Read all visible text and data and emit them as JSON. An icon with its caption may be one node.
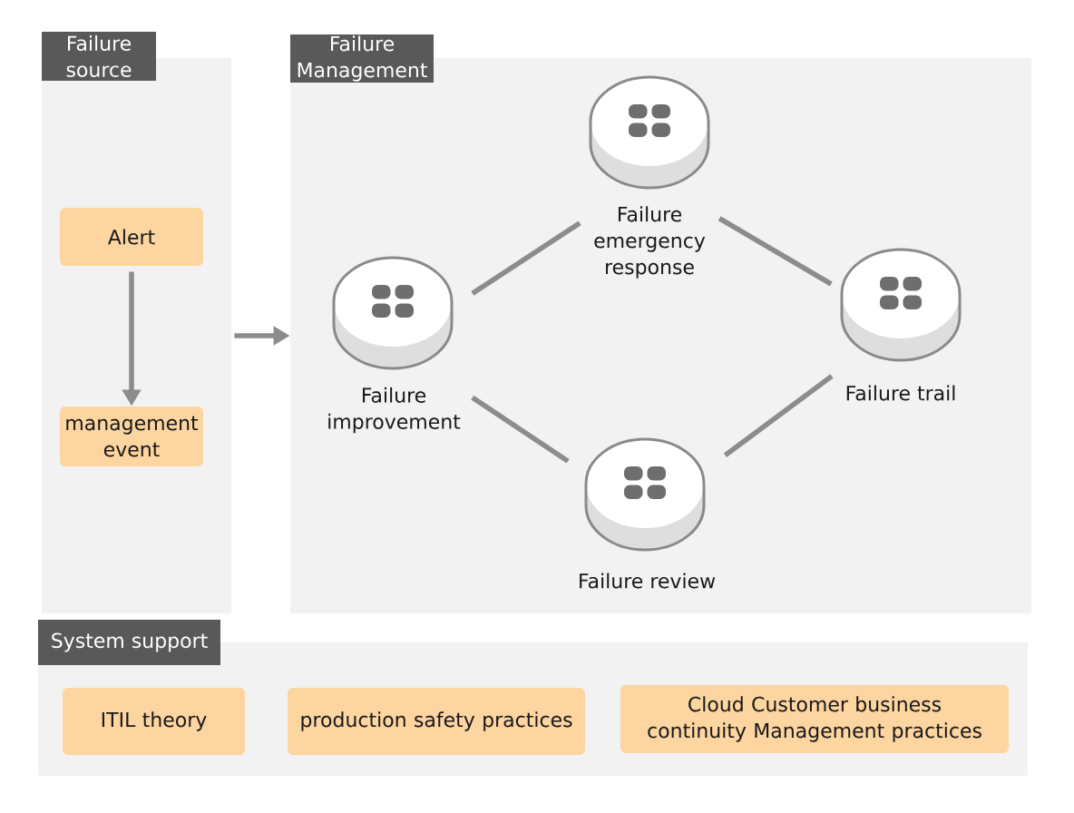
{
  "diagram": {
    "nodes": [
      {
        "text": [
          "Failure source"
        ]
      },
      {
        "text": [
          "Alert"
        ],
        "in": 0
      },
      {
        "text": [
          "management event"
        ],
        "in": 0
      },
      {
        "text": [
          "Failure Management"
        ]
      },
      {
        "text": [
          "Failure emergency response"
        ],
        "in": 3
      },
      {
        "text": [
          "Failure improvement"
        ],
        "in": 3
      },
      {
        "text": [
          "Failure trail"
        ],
        "in": 3
      },
      {
        "text": [
          "Failure review"
        ],
        "in": 3
      },
      {
        "text": [
          "System support"
        ]
      },
      {
        "text": [
          "ITIL theory"
        ],
        "in": 8
      },
      {
        "text": [
          "production safety practices"
        ],
        "in": 8
      },
      {
        "text": [
          "Cloud Customer business continuity Management practices"
        ],
        "in": 8
      }
    ],
    "edges": [
      {
        "from": 0,
        "to": 3,
        "arrow": "to"
      },
      {
        "from": 1,
        "to": 2,
        "arrow": "to"
      },
      {
        "from": 5,
        "to": 4,
        "arrow": "none"
      },
      {
        "from": 4,
        "to": 6,
        "arrow": "none"
      },
      {
        "from": 5,
        "to": 7,
        "arrow": "none"
      },
      {
        "from": 7,
        "to": 6,
        "arrow": "none"
      }
    ]
  }
}
